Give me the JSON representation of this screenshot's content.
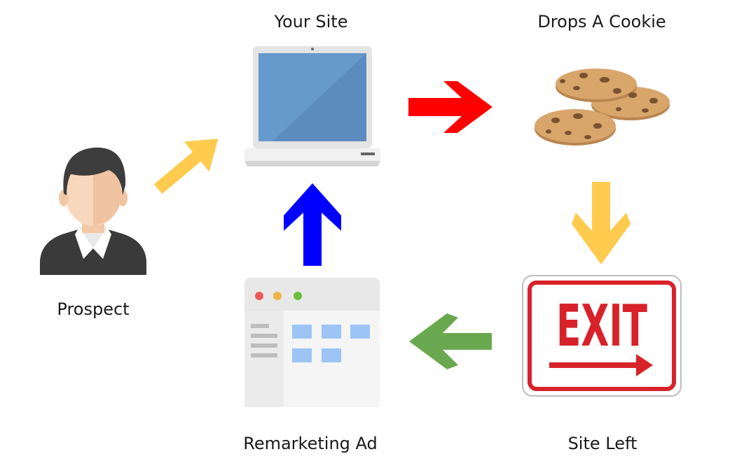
{
  "labels": {
    "your_site": "Your Site",
    "drops_cookie": "Drops A Cookie",
    "prospect": "Prospect",
    "remarketing_ad": "Remarketing Ad",
    "site_left": "Site Left"
  },
  "exit_sign": {
    "text": "EXIT"
  },
  "colors": {
    "arrow_yellow": "#FFCB4F",
    "arrow_red": "#FF0000",
    "arrow_blue": "#0000FF",
    "arrow_green": "#6AA84F",
    "exit_red": "#D8222A",
    "screen_blue": "#6699CC"
  },
  "icons": [
    "person-icon",
    "laptop-icon",
    "cookies-icon",
    "exit-sign-icon",
    "browser-window-icon"
  ]
}
